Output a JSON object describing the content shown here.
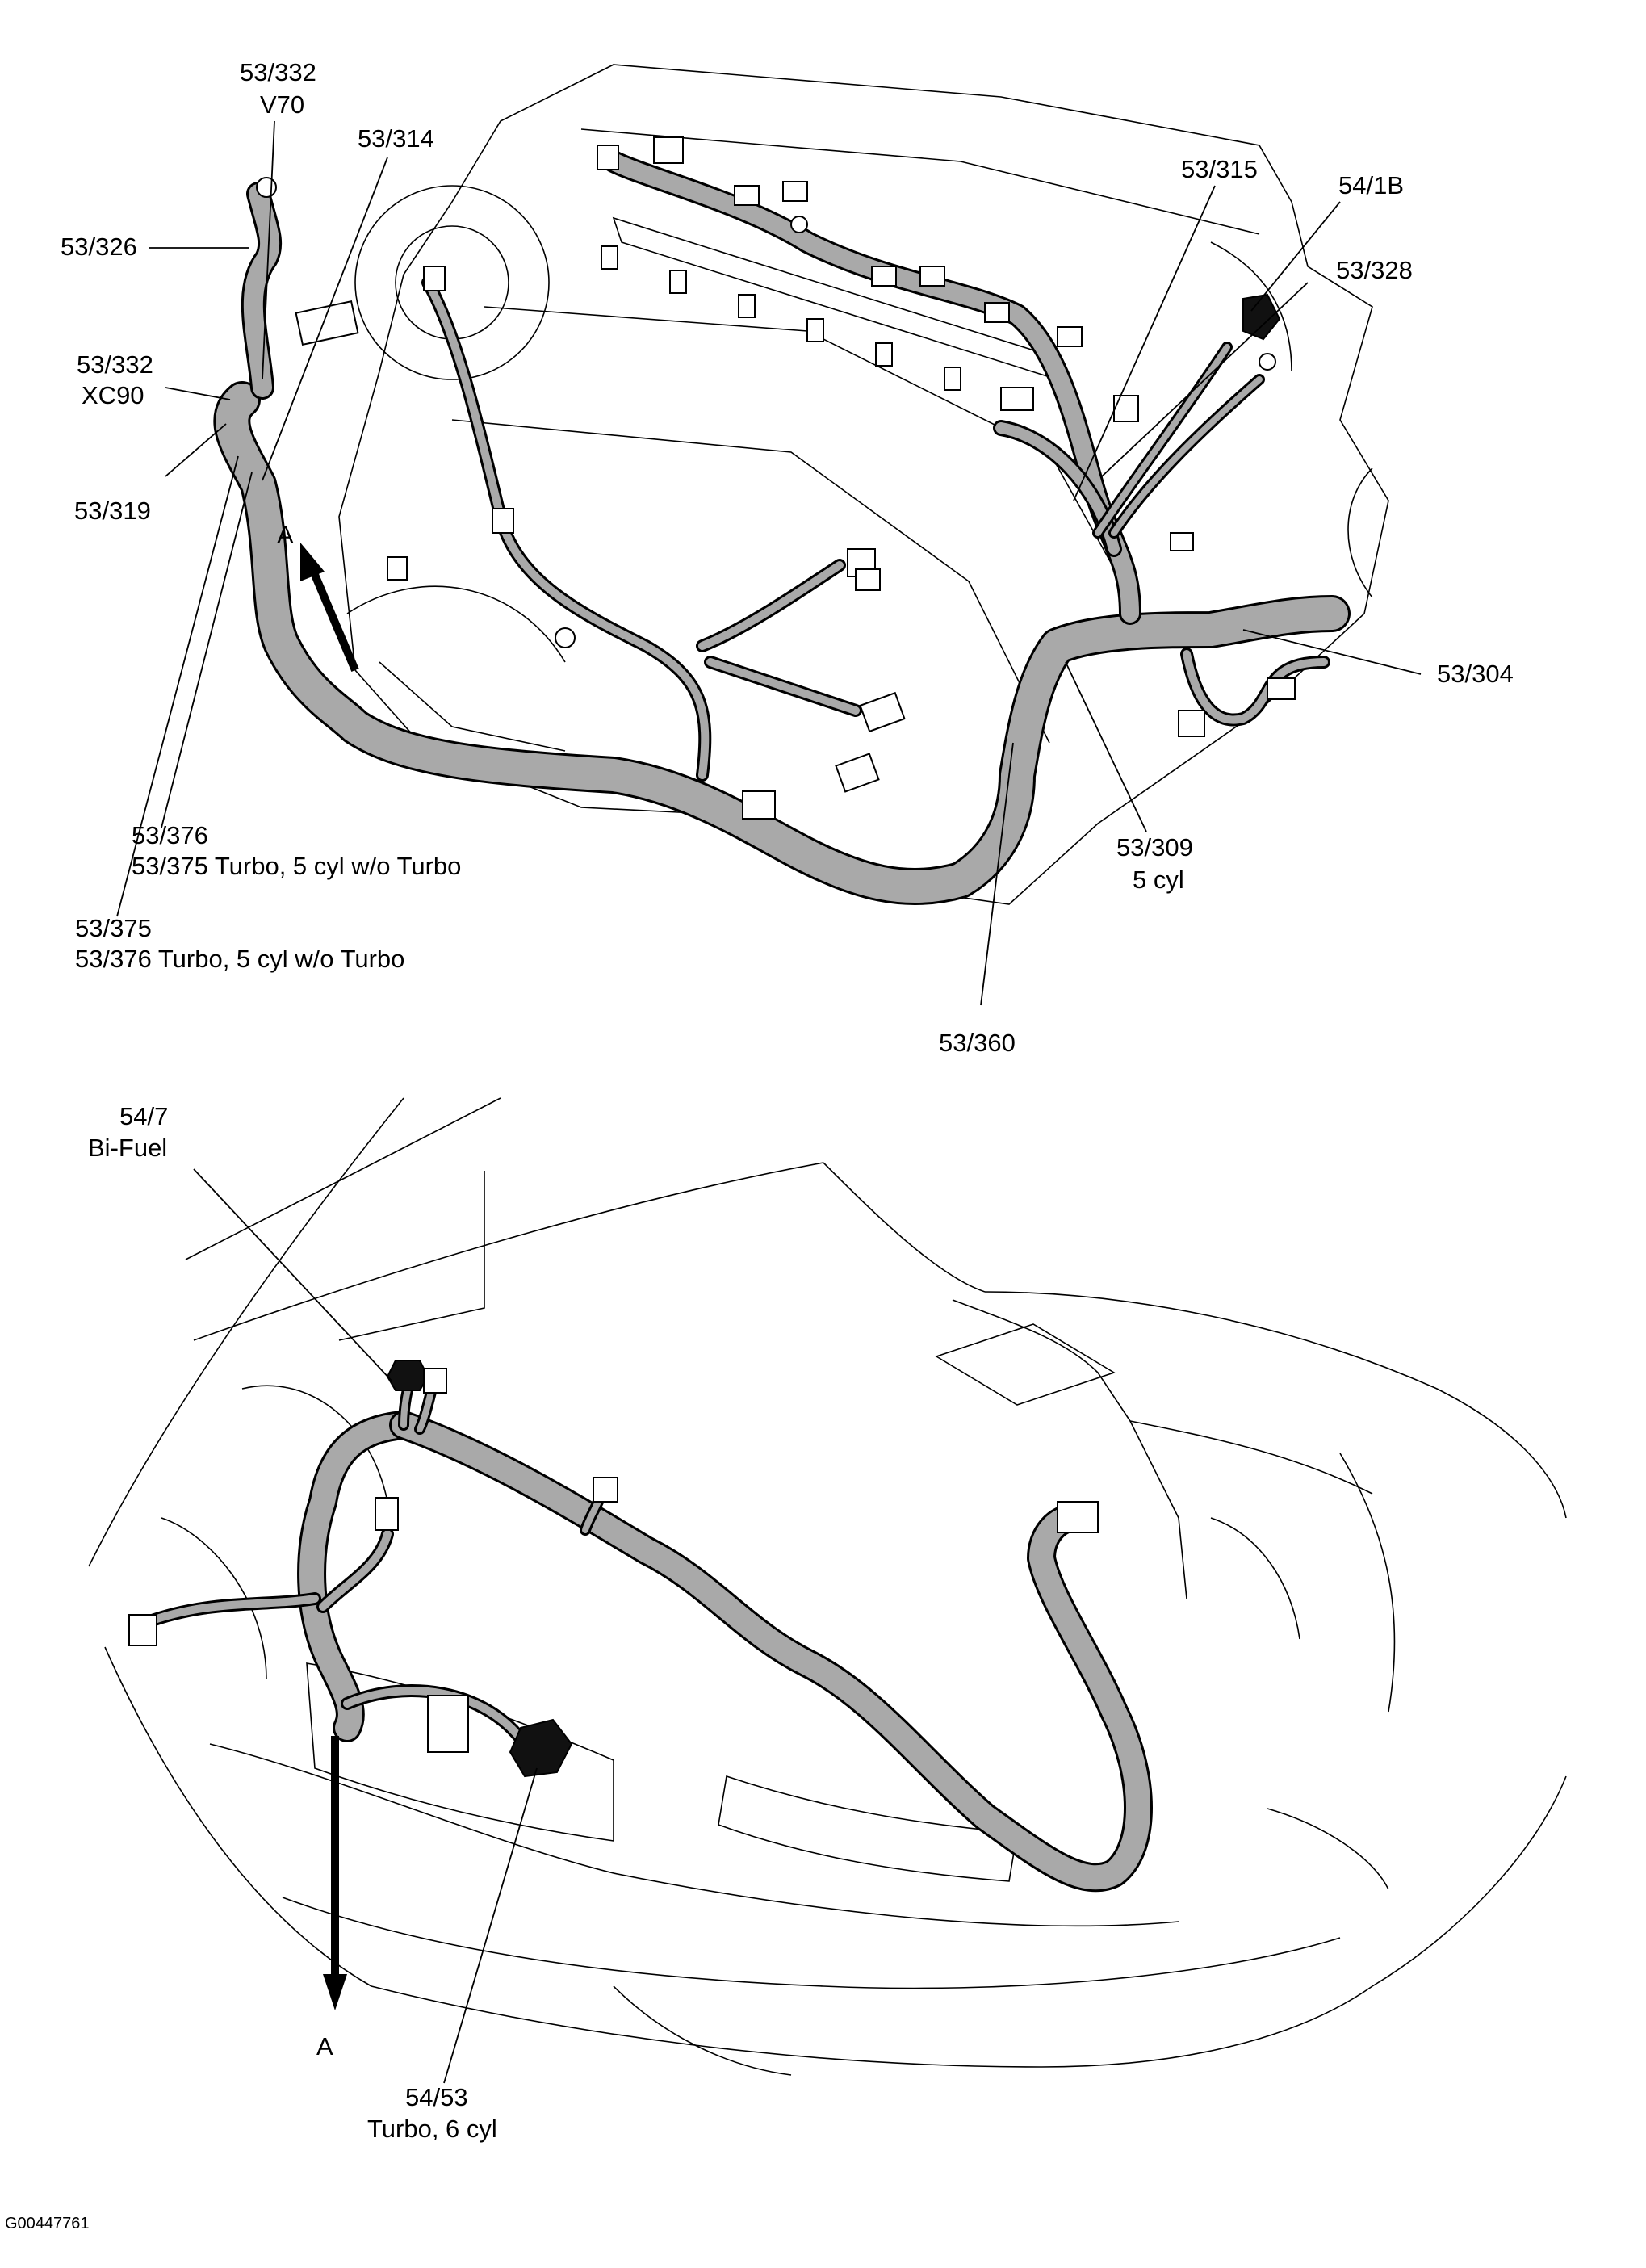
{
  "labels": {
    "l_53_332_v70_a": "53/332",
    "l_53_332_v70_b": "V70",
    "l_53_314": "53/314",
    "l_53_326": "53/326",
    "l_53_332_xc90_a": "53/332",
    "l_53_332_xc90_b": "XC90",
    "l_53_319": "53/319",
    "l_53_376_a": "53/376",
    "l_53_376_b": "53/375 Turbo, 5 cyl w/o Turbo",
    "l_53_375_a": "53/375",
    "l_53_375_b": "53/376 Turbo, 5 cyl w/o Turbo",
    "l_53_315": "53/315",
    "l_54_1b": "54/1B",
    "l_53_328": "53/328",
    "l_53_304": "53/304",
    "l_53_309_a": "53/309",
    "l_53_309_b": "5 cyl",
    "l_53_360": "53/360",
    "l_54_7_a": "54/7",
    "l_54_7_b": "Bi-Fuel",
    "l_54_53_a": "54/53",
    "l_54_53_b": "Turbo, 6 cyl",
    "arrow_a_top": "A",
    "arrow_a_bottom": "A",
    "figure_id": "G00447761"
  },
  "colors": {
    "harness_fill": "#a9a9a9",
    "line": "#000000",
    "background": "#ffffff"
  }
}
